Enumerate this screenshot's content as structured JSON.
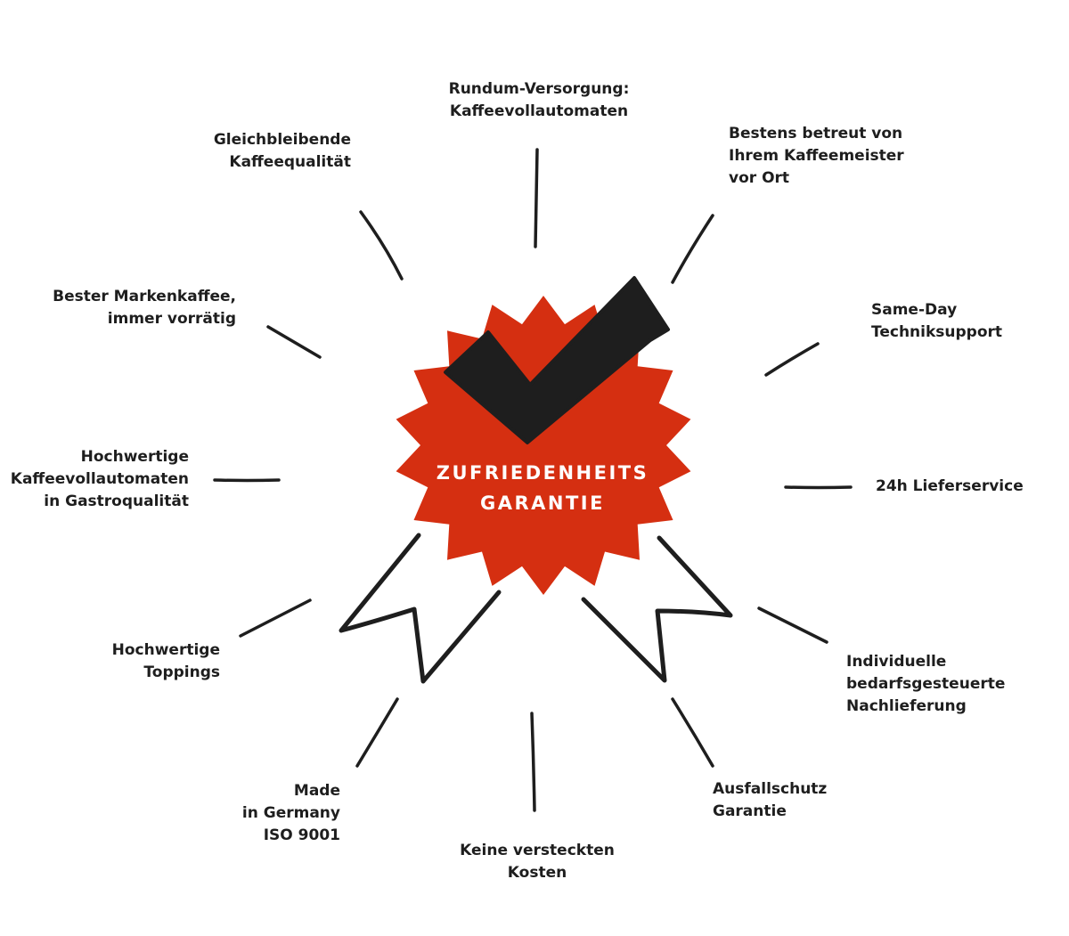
{
  "seal": {
    "line1": "ZUFRIEDENHEITS",
    "line2": "GARANTIE",
    "color": "#d52f11",
    "check_color": "#1e1e1e"
  },
  "benefits": {
    "rundum": "Rundum-Versorgung:\nKaffeevollautomaten",
    "bestens": "Bestens betreut von\nIhrem Kaffeemeister\nvor Ort",
    "same_day": "Same-Day\nTechniksupport",
    "lieferservice": "24h Lieferservice",
    "individuell": "Individuelle\nbedarfsgesteuerte\nNachlieferung",
    "ausfallschutz": "Ausfallschutz\nGarantie",
    "keine_kosten": "Keine versteckten\nKosten",
    "made": "Made\nin Germany\nISO 9001",
    "toppings": "Hochwertige\nToppings",
    "kaffeevollautomaten": "Hochwertige\nKaffeevollautomaten\nin Gastroqualität",
    "markenkaffee": "Bester Markenkaffee,\nimmer vorrätig",
    "kaffeequalitaet": "Gleichbleibende\nKaffeequalität"
  }
}
